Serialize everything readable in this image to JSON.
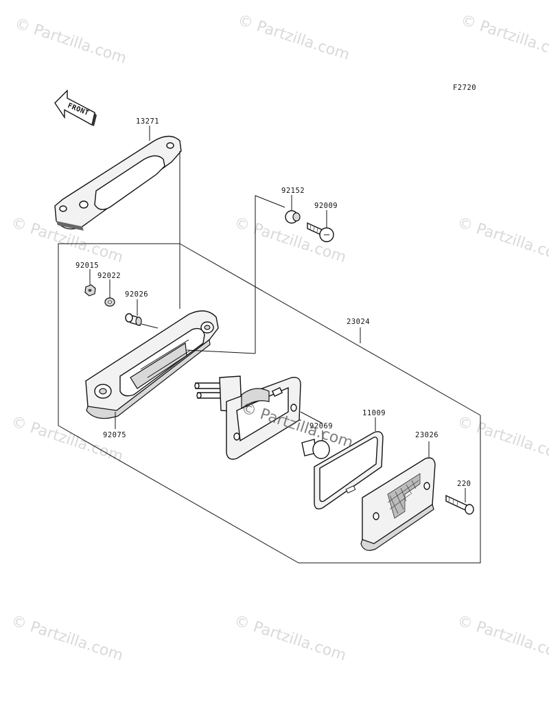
{
  "diagram_code": "F2720",
  "front_label": "FRONT",
  "watermark_text": "© Partzilla.com",
  "center_watermark_text": "© Partzilla.com",
  "colors": {
    "line": "#111111",
    "part_fill": "#f2f2f2",
    "watermark": "#d9d9d9"
  },
  "parts": [
    {
      "id": "p13271",
      "number": "13271"
    },
    {
      "id": "p92152",
      "number": "92152"
    },
    {
      "id": "p92009",
      "number": "92009"
    },
    {
      "id": "p92015",
      "number": "92015"
    },
    {
      "id": "p92022",
      "number": "92022"
    },
    {
      "id": "p92026",
      "number": "92026"
    },
    {
      "id": "p23024",
      "number": "23024"
    },
    {
      "id": "p92075",
      "number": "92075"
    },
    {
      "id": "p11009",
      "number": "11009"
    },
    {
      "id": "p92069",
      "number": "92069"
    },
    {
      "id": "p23026",
      "number": "23026"
    },
    {
      "id": "p220",
      "number": "220"
    }
  ]
}
